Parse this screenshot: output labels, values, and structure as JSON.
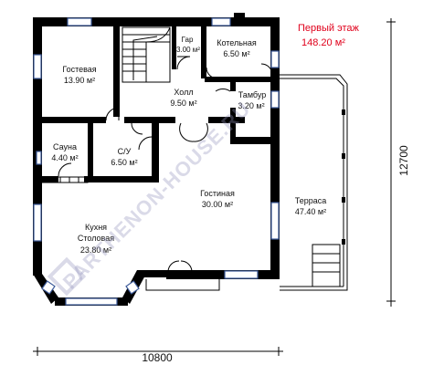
{
  "heading": {
    "title": "Первый этаж",
    "total_area": "148.20 м²"
  },
  "rooms": [
    {
      "id": "gostevaya",
      "name": "Гостевая",
      "area": "13.90 м²"
    },
    {
      "id": "gar",
      "name": "Гар",
      "area": "3.00 м²"
    },
    {
      "id": "kotelnaya",
      "name": "Котельная",
      "area": "6.50 м²"
    },
    {
      "id": "holl",
      "name": "Холл",
      "area": "9.50 м²"
    },
    {
      "id": "tambur",
      "name": "Тамбур",
      "area": "3.20 м²"
    },
    {
      "id": "sauna",
      "name": "Сауна",
      "area": "4.40 м²"
    },
    {
      "id": "su",
      "name": "С/У",
      "area": "6.50 м²"
    },
    {
      "id": "gostinaya",
      "name": "Гостиная",
      "area": "30.00 м²"
    },
    {
      "id": "kuhnya",
      "name": "Кухня",
      "name2": "Столовая",
      "area": "23.80 м²"
    },
    {
      "id": "terrasa",
      "name": "Терраса",
      "area": "47.40 м²"
    }
  ],
  "dimensions": {
    "width": "10800",
    "height": "12700"
  },
  "watermark": "PARTHENON-HOUSE.RU",
  "colors": {
    "wall": "#000000",
    "window": "#3c5a9a",
    "heading": "#e0001b",
    "watermark": "#9696be"
  }
}
